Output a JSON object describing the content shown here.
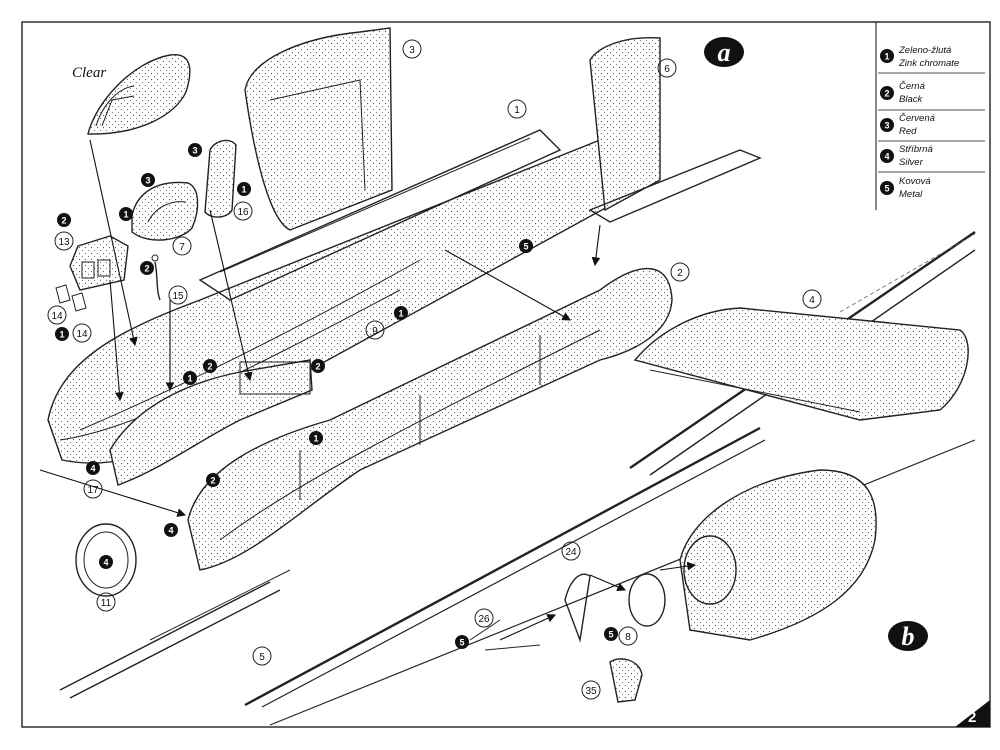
{
  "section_badges": {
    "a": "a",
    "b": "b"
  },
  "canopy_label": "Clear",
  "page_number": "2",
  "legend": [
    {
      "num": "1",
      "cz": "Zeleno-žlutá",
      "en": "Zink chromate"
    },
    {
      "num": "2",
      "cz": "Černá",
      "en": "Black"
    },
    {
      "num": "3",
      "cz": "Červená",
      "en": "Red"
    },
    {
      "num": "4",
      "cz": "Stříbrná",
      "en": "Silver"
    },
    {
      "num": "5",
      "cz": "Kovová",
      "en": "Metal"
    }
  ],
  "part_numbers": {
    "p1": "1",
    "p2": "2",
    "p3": "3",
    "p4": "4",
    "p5": "5",
    "p6": "6",
    "p7": "7",
    "p8": "8",
    "p9": "9",
    "p11": "11",
    "p13": "13",
    "p14": "14",
    "p14b": "14",
    "p15": "15",
    "p16": "16",
    "p17": "17",
    "p24": "24",
    "p26": "26",
    "p35": "35"
  },
  "color_callouts": {
    "c_seat": "3",
    "c_seat1": "1",
    "c_shell3": "3",
    "c_shell1": "1",
    "c_panel2": "2",
    "c_panel1": "1",
    "c_rod2": "2",
    "c_fin1": "1",
    "c_ck1": "1",
    "c_ck2a": "2",
    "c_ck2b": "2",
    "c_ck2c": "2",
    "c_body1": "1",
    "c_int5": "5",
    "c_ring4a": "4",
    "c_ring4b": "4",
    "c_ring4c": "4",
    "c_arm5": "5",
    "c_ring5": "5"
  }
}
